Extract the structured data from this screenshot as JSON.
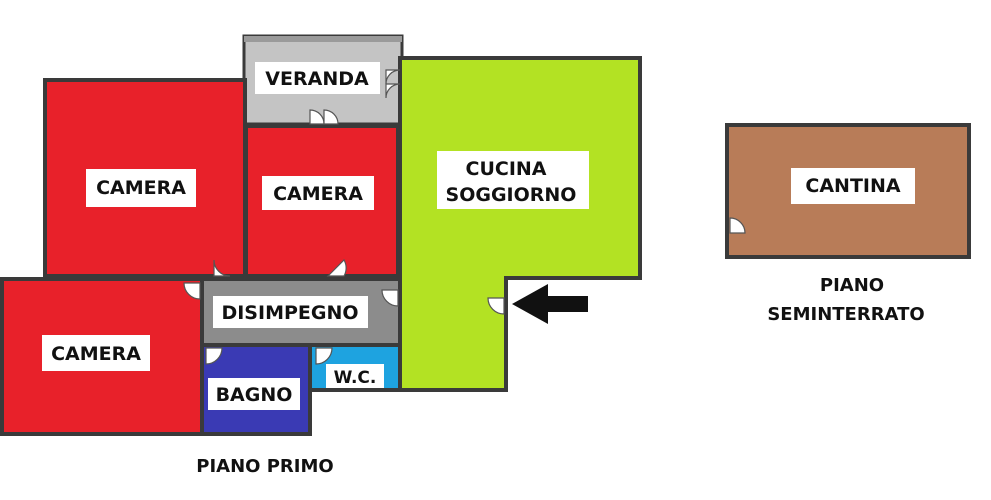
{
  "floor_plan": {
    "rooms": [
      {
        "id": "veranda",
        "label": "VERANDA",
        "color": "#c4c4c4"
      },
      {
        "id": "camera1",
        "label": "CAMERA",
        "color": "#e8212a"
      },
      {
        "id": "camera2",
        "label": "CAMERA",
        "color": "#e8212a"
      },
      {
        "id": "camera3",
        "label": "CAMERA",
        "color": "#e8212a"
      },
      {
        "id": "cucina",
        "label_line1": "CUCINA",
        "label_line2": "SOGGIORNO",
        "color": "#b3e223"
      },
      {
        "id": "disimpegno",
        "label": "DISIMPEGNO",
        "color": "#8c8c8c"
      },
      {
        "id": "bagno",
        "label": "BAGNO",
        "color": "#3a3ab4"
      },
      {
        "id": "wc",
        "label": "W.C.",
        "color": "#1ea3e0"
      },
      {
        "id": "cantina",
        "label": "CANTINA",
        "color": "#b87c58"
      }
    ],
    "captions": {
      "primo": "PIANO PRIMO",
      "seminterrato_line1": "PIANO",
      "seminterrato_line2": "SEMINTERRATO"
    },
    "icons": {
      "entrance": "entrance-arrow-icon"
    }
  }
}
